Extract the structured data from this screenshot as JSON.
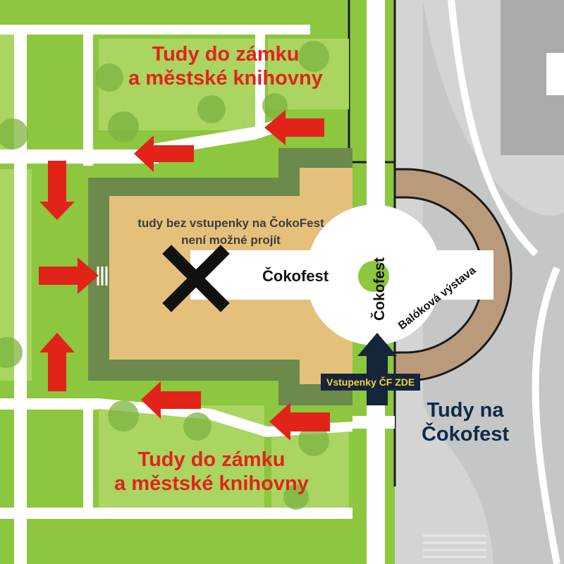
{
  "map": {
    "colors": {
      "grass": "#8dc63f",
      "grass_light": "#a9d560",
      "path": "#ffffff",
      "hedge": "#6b8a4b",
      "courtyard": "#e5c07b",
      "balloon_area": "#b99a7a",
      "street": "#d7d7d7",
      "pavement": "#c4c6c5",
      "building": "#a7a9ab",
      "arrow_red": "#e2231a",
      "arrow_navy": "#15253a",
      "cross": "#111111"
    },
    "labels": {
      "castle_top": [
        "Tudy do zámku",
        "a městské knihovny"
      ],
      "castle_bottom": [
        "Tudy do zámku",
        "a městské knihovny"
      ],
      "no_entry": [
        "tudy bez vstupenky na ČokoFest",
        "není možné projít"
      ],
      "chocofest_center": "Čokofest",
      "chocofest_vertical": "Čokofest",
      "balloon_exhibition": "Balóková výstava",
      "tickets": "Vstupenky ČF ZDE",
      "way_to_fest": [
        "Tudy na",
        "Čokofest"
      ]
    },
    "icons": [
      "no-entry-cross-icon",
      "arrow-left-icon",
      "arrow-right-icon",
      "arrow-up-icon",
      "arrow-down-icon",
      "entry-arrow-up-icon"
    ]
  }
}
